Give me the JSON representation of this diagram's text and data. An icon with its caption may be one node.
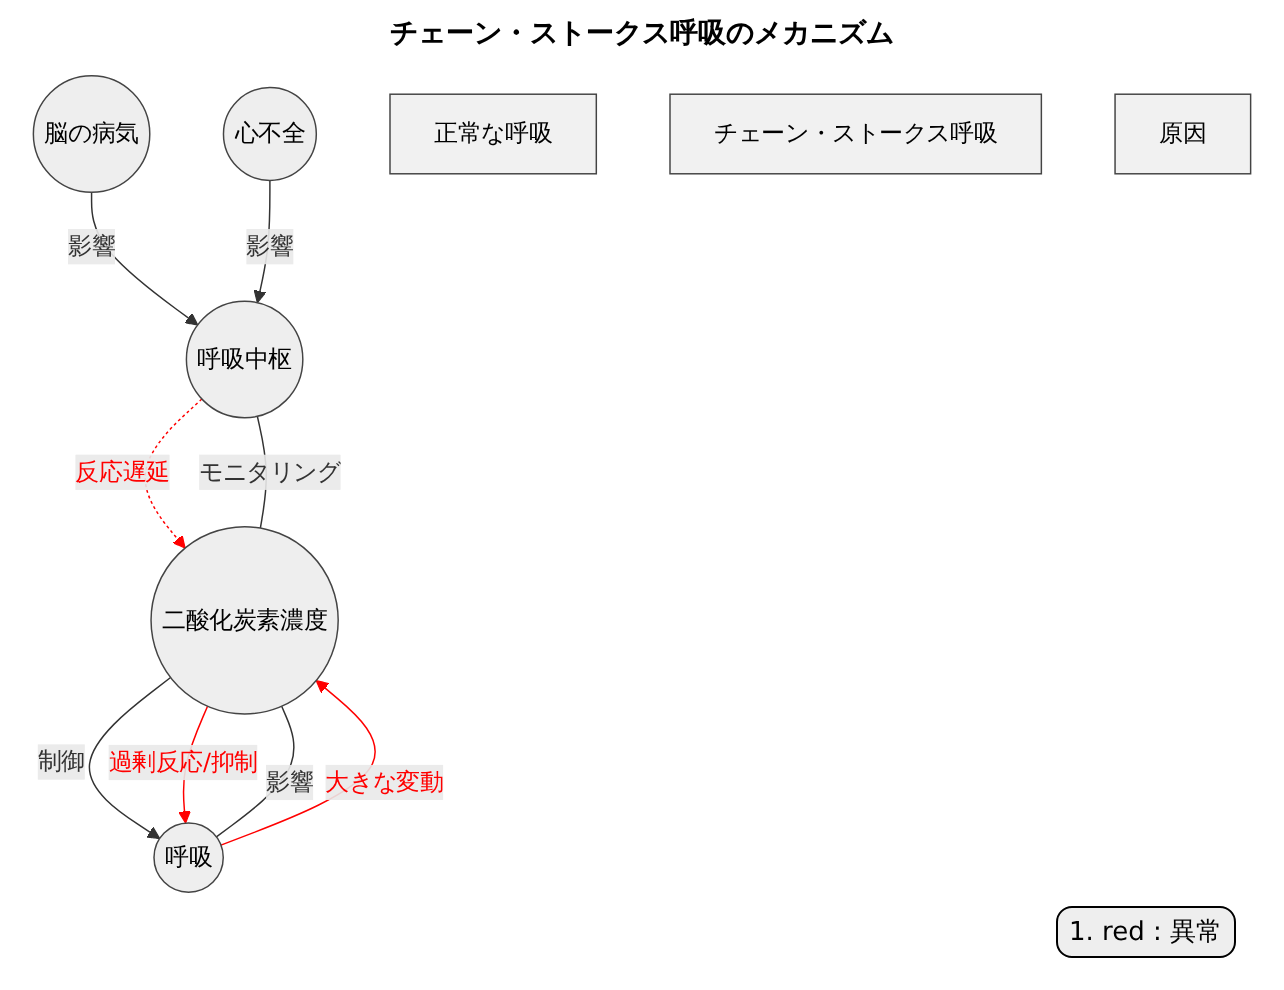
{
  "diagram": {
    "title": "チェーン・ストークス呼吸のメカニズム",
    "nodes": [
      {
        "text": [
          "脳の病気"
        ]
      },
      {
        "text": [
          "心不全"
        ]
      },
      {
        "text": [
          "呼吸中枢"
        ]
      },
      {
        "text": [
          "二酸化炭素濃度"
        ]
      },
      {
        "text": [
          "呼吸"
        ]
      },
      {
        "text": [
          "正常な呼吸"
        ]
      },
      {
        "text": [
          "チェーン・ストークス呼吸"
        ]
      },
      {
        "text": [
          "原因"
        ]
      }
    ],
    "edges": [
      {
        "from": 0,
        "to": 2,
        "arrow": "to",
        "label": "影響"
      },
      {
        "from": 1,
        "to": 2,
        "arrow": "to",
        "label": "影響"
      },
      {
        "from": 2,
        "to": 3,
        "arrow": "to",
        "label": "反応遅延",
        "style": "dashed",
        "color": "#ff0000"
      },
      {
        "from": 3,
        "to": 2,
        "arrow": "none",
        "label": "モニタリング"
      },
      {
        "from": 3,
        "to": 4,
        "arrow": "to",
        "label": "制御"
      },
      {
        "from": 3,
        "to": 4,
        "arrow": "to",
        "label": "過剰反応/抑制",
        "color": "#ff0000"
      },
      {
        "from": 4,
        "to": 3,
        "arrow": "none",
        "label": "影響"
      },
      {
        "from": 4,
        "to": 3,
        "arrow": "to",
        "label": "大きな変動",
        "color": "#ff0000"
      }
    ],
    "labels": [
      "1. red : 異常"
    ]
  }
}
